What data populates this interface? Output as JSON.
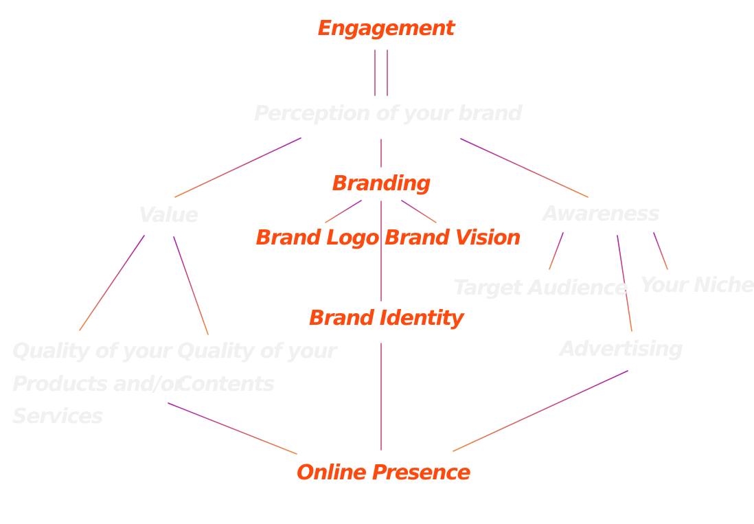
{
  "colors": {
    "highlight": "#fe4a0f",
    "faint": "#f1f1f3",
    "connector_start": "#a51cb0",
    "connector_end": "#f0873c"
  },
  "nodes": {
    "engagement": "Engagement",
    "perception": "Perception of your brand",
    "branding": "Branding",
    "brand_logo": "Brand Logo",
    "brand_vision": "Brand Vision",
    "brand_identity": "Brand Identity",
    "value": "Value",
    "awareness": "Awareness",
    "target_audience": "Target Audience",
    "your_niche": "Your Niche",
    "quality_products": [
      "Quality of your",
      "Products and/or",
      "Services"
    ],
    "quality_contents": [
      "Quality of your",
      "Contents"
    ],
    "advertising": "Advertising",
    "online_presence": "Online Presence"
  }
}
